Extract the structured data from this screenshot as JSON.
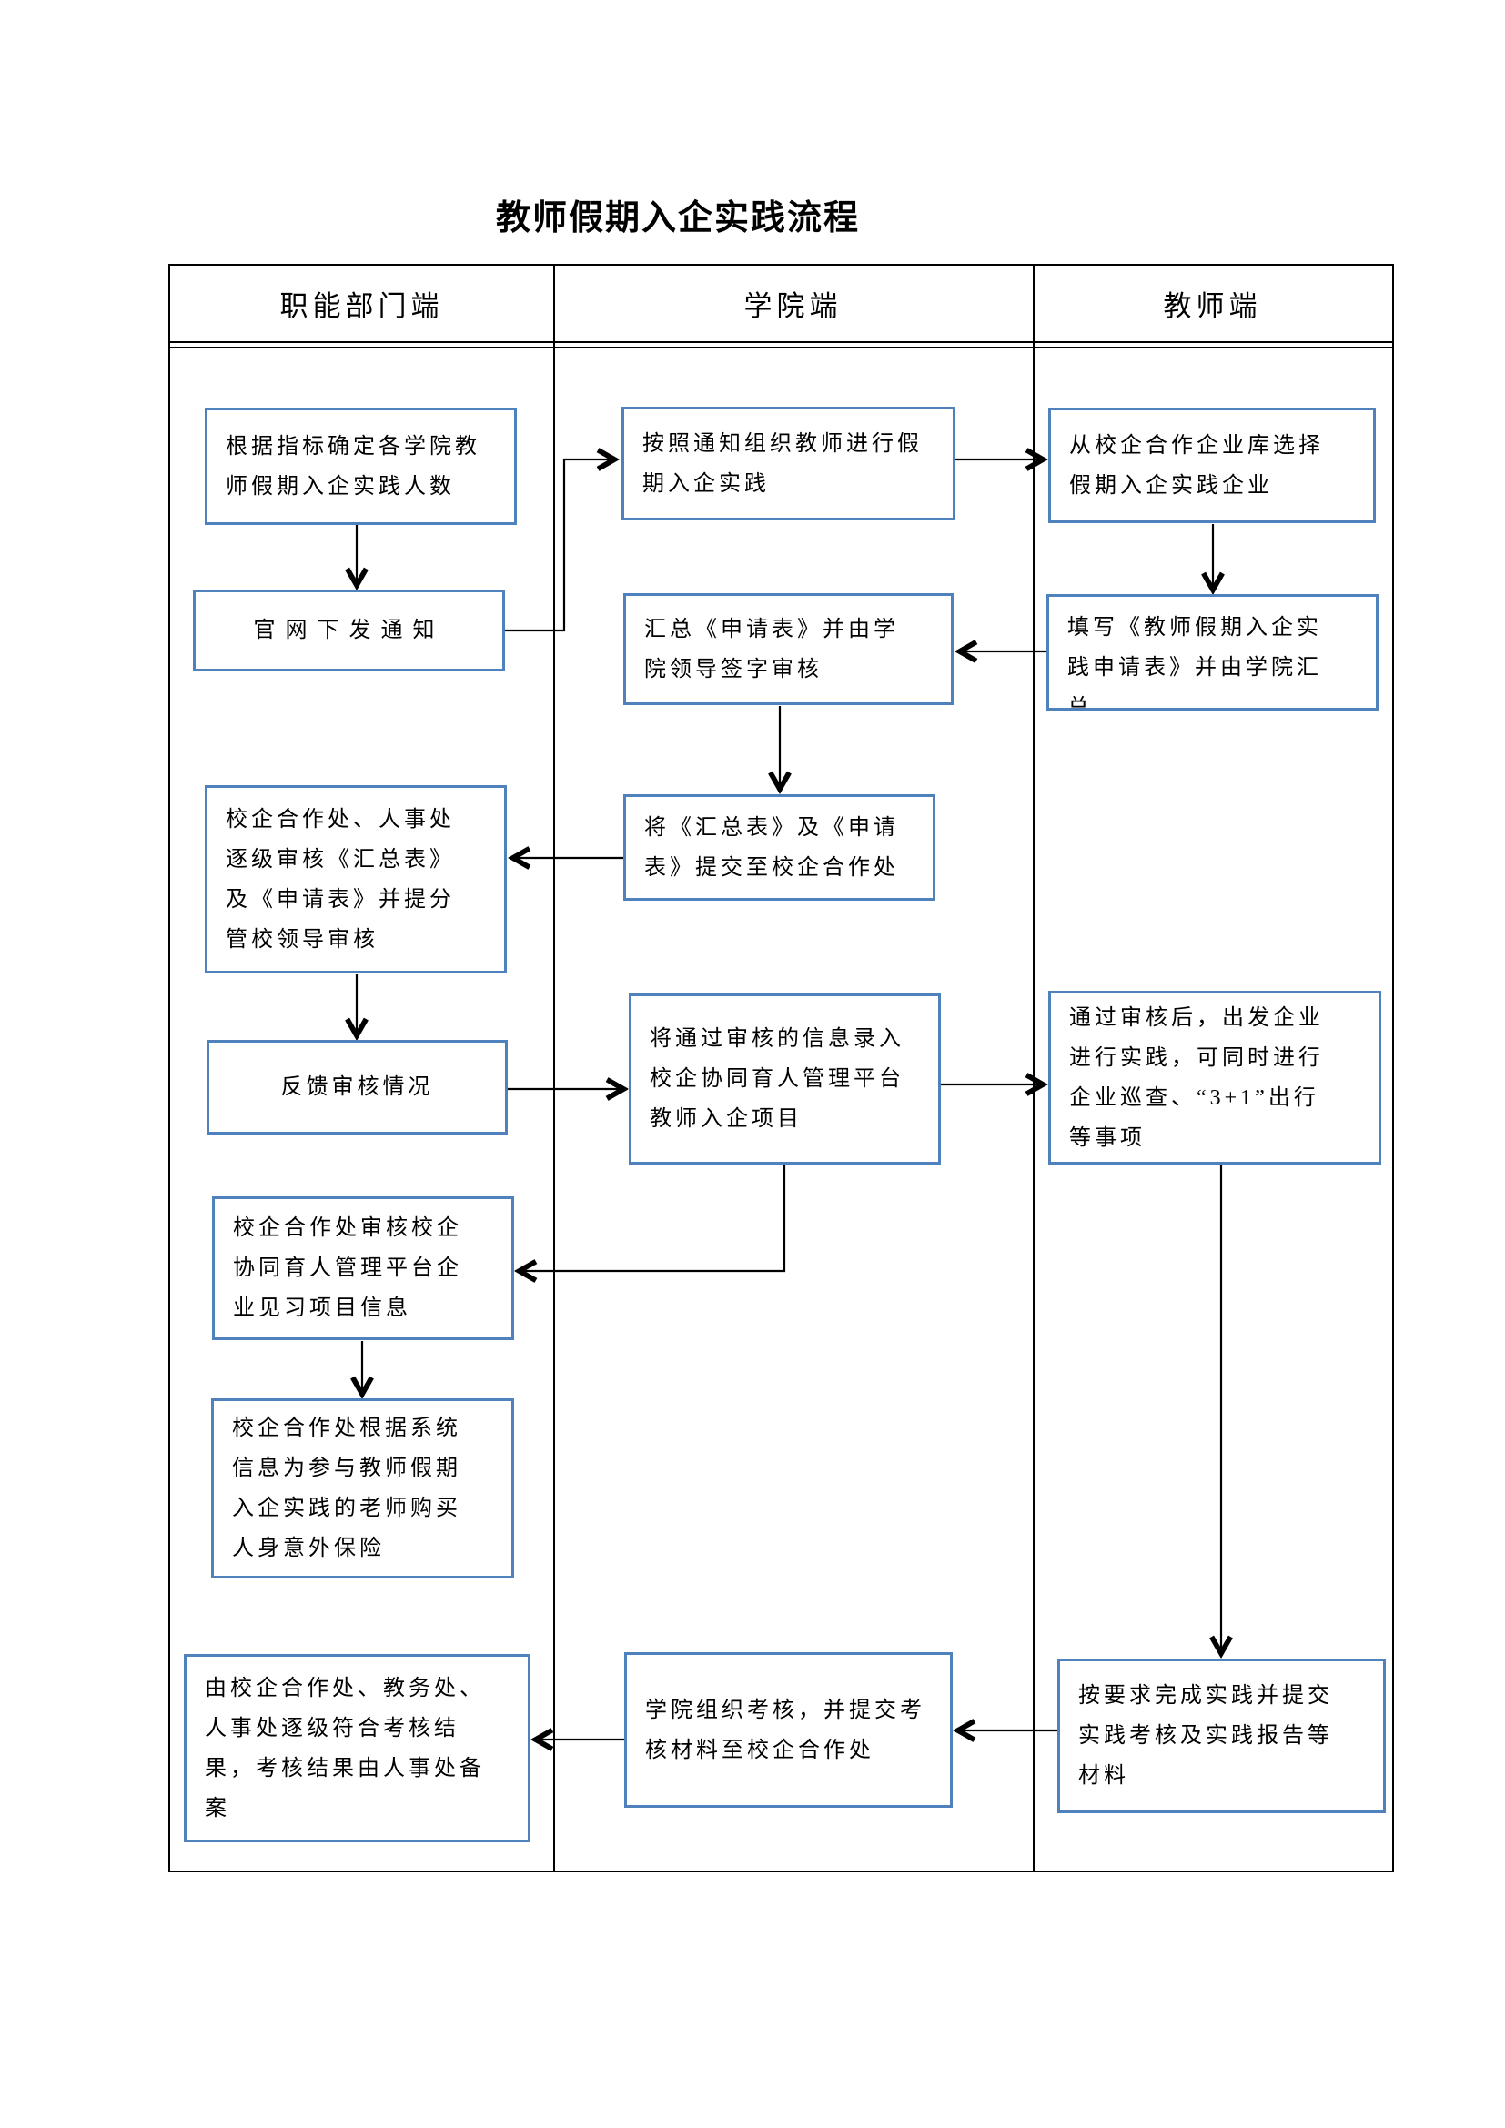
{
  "title": "教师假期入企实践流程",
  "columns": [
    {
      "label": "职能部门端"
    },
    {
      "label": "学院端"
    },
    {
      "label": "教师端"
    }
  ],
  "nodes": {
    "determine_quota": {
      "column": "职能部门端",
      "text": "根据指标确定各学院教\n师假期入企实践人数"
    },
    "issue_notice": {
      "column": "职能部门端",
      "text": "官网下发通知"
    },
    "dept_review": {
      "column": "职能部门端",
      "text": "校企合作处、人事处\n逐级审核《汇总表》\n及《申请表》并提分\n管校领导审核"
    },
    "feedback_review": {
      "column": "职能部门端",
      "text": "反馈审核情况"
    },
    "review_platform": {
      "column": "职能部门端",
      "text": "校企合作处审核校企\n协同育人管理平台企\n业见习项目信息"
    },
    "buy_insurance": {
      "column": "职能部门端",
      "text": "校企合作处根据系统\n信息为参与教师假期\n入企实践的老师购买\n人身意外保险"
    },
    "dept_assessment": {
      "column": "职能部门端",
      "text": "由校企合作处、教务处、\n人事处逐级符合考核结\n果，考核结果由人事处备\n案"
    },
    "organize_practice": {
      "column": "学院端",
      "text": "按照通知组织教师进行假\n期入企实践"
    },
    "summarize_forms": {
      "column": "学院端",
      "text": "汇总《申请表》并由学\n院领导签字审核"
    },
    "submit_forms": {
      "column": "学院端",
      "text": "将《汇总表》及《申请\n表》提交至校企合作处"
    },
    "enter_info": {
      "column": "学院端",
      "text": "将通过审核的信息录入\n校企协同育人管理平台\n教师入企项目"
    },
    "college_assessment": {
      "column": "学院端",
      "text": "学院组织考核，并提交考\n核材料至校企合作处"
    },
    "select_enterprise": {
      "column": "教师端",
      "text": "从校企合作企业库选择\n假期入企实践企业"
    },
    "fill_application": {
      "column": "教师端",
      "text": "填写《教师假期入企实\n践申请表》并由学院汇\n总"
    },
    "go_practice": {
      "column": "教师端",
      "text": "通过审核后，出发企业\n进行实践，可同时进行\n企业巡查、“3+1”出行\n等事项"
    },
    "complete_practice": {
      "column": "教师端",
      "text": "按要求完成实践并提交\n实践考核及实践报告等\n材料"
    }
  },
  "edges": [
    {
      "from": "determine_quota",
      "to": "issue_notice"
    },
    {
      "from": "issue_notice",
      "to": "organize_practice"
    },
    {
      "from": "organize_practice",
      "to": "select_enterprise"
    },
    {
      "from": "select_enterprise",
      "to": "fill_application"
    },
    {
      "from": "fill_application",
      "to": "summarize_forms"
    },
    {
      "from": "summarize_forms",
      "to": "submit_forms"
    },
    {
      "from": "submit_forms",
      "to": "dept_review"
    },
    {
      "from": "dept_review",
      "to": "feedback_review"
    },
    {
      "from": "feedback_review",
      "to": "enter_info"
    },
    {
      "from": "enter_info",
      "to": "go_practice"
    },
    {
      "from": "enter_info",
      "to": "review_platform"
    },
    {
      "from": "review_platform",
      "to": "buy_insurance"
    },
    {
      "from": "go_practice",
      "to": "complete_practice"
    },
    {
      "from": "complete_practice",
      "to": "college_assessment"
    },
    {
      "from": "college_assessment",
      "to": "dept_assessment"
    }
  ],
  "colors": {
    "box_border": "#4f81bd",
    "table_border": "#000000",
    "connector": "#000000",
    "background": "#ffffff",
    "text": "#000000"
  }
}
